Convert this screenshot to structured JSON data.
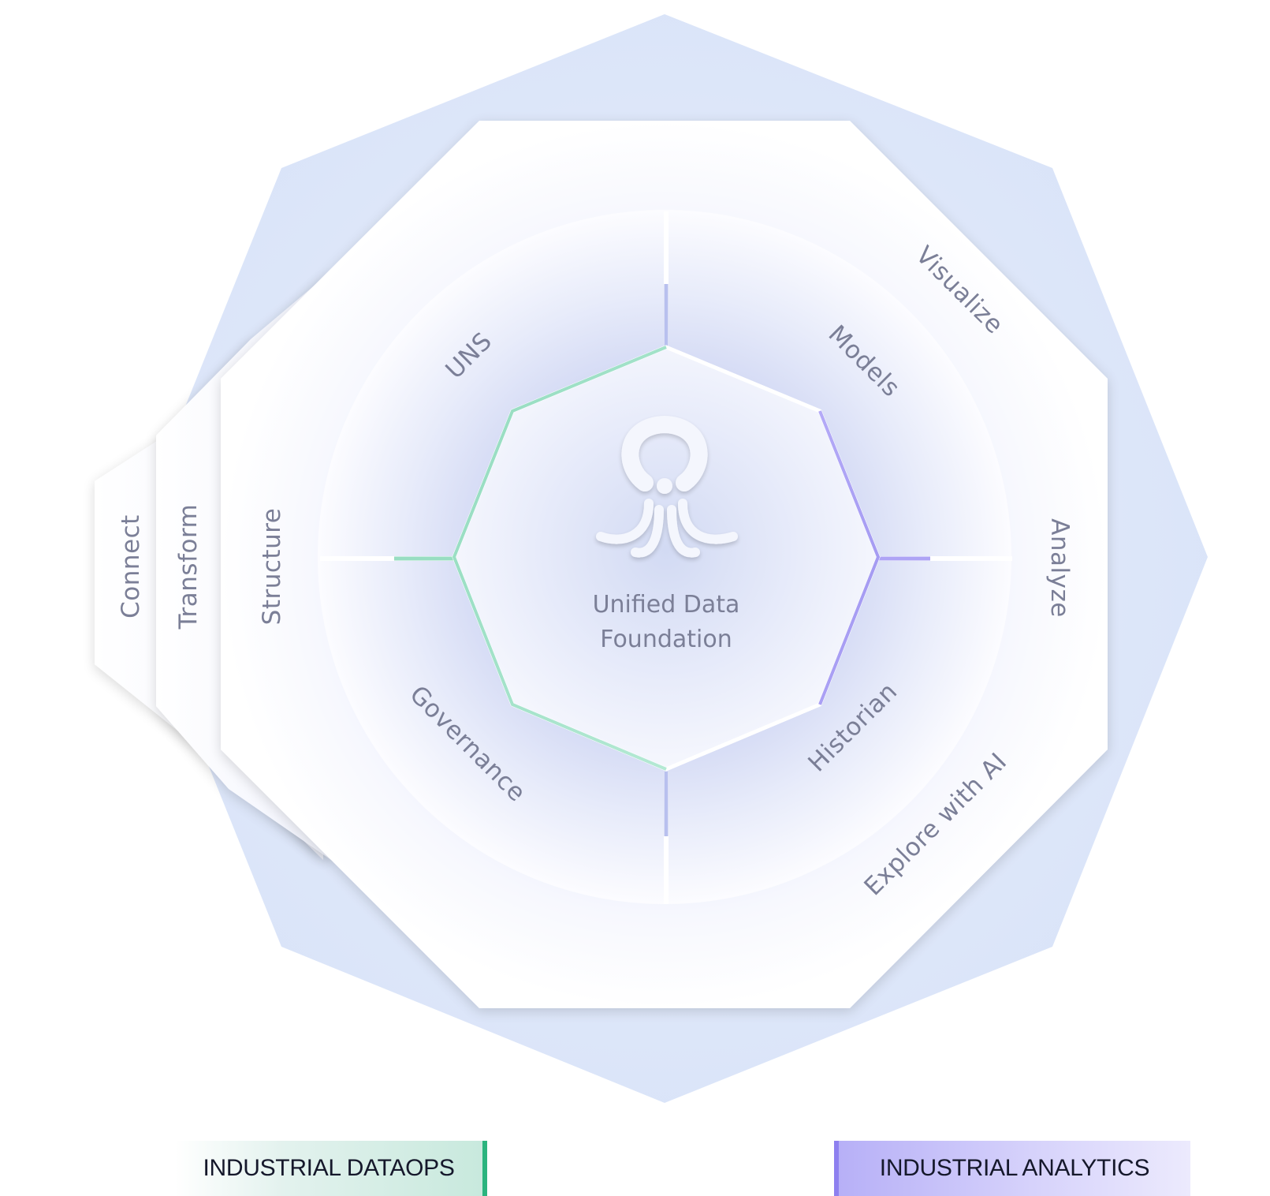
{
  "core": {
    "line1": "Unified Data",
    "line2": "Foundation",
    "icon": "octopus-logo-icon"
  },
  "inner_ring": {
    "uns": "UNS",
    "models": "Models",
    "governance": "Governance",
    "historian": "Historian"
  },
  "outer_ring": {
    "visualize": "Visualize",
    "analyze": "Analyze",
    "explore": "Explore with AI",
    "structure": "Structure",
    "transform": "Transform",
    "connect": "Connect"
  },
  "legend": {
    "dataops": "INDUSTRIAL DATAOPS",
    "analytics": "INDUSTRIAL ANALYTICS"
  },
  "colors": {
    "dataops_accent": "#2bb47e",
    "analytics_accent": "#8e80ef",
    "text": "#7b7f97",
    "legend_text": "#15182b",
    "outer_shape": "#dbe4f8"
  }
}
